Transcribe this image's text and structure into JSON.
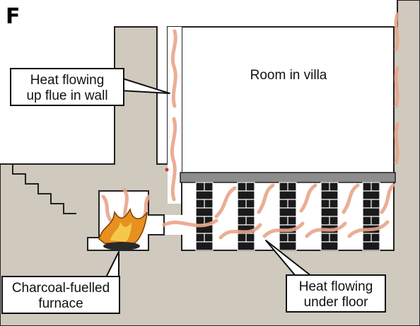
{
  "panel_letter": "F",
  "labels": {
    "flue": "Heat flowing\nup flue in wall",
    "room": "Room in villa",
    "furnace": "Charcoal-fuelled\nfurnace",
    "floor": "Heat flowing\nunder floor"
  },
  "colors": {
    "masonry": "#cfc9be",
    "outline": "#222222",
    "heat": "#e9a58a",
    "brick": "#1a1a1a",
    "floor_slab": "#8d8d8d",
    "flame": "#e8901f"
  }
}
